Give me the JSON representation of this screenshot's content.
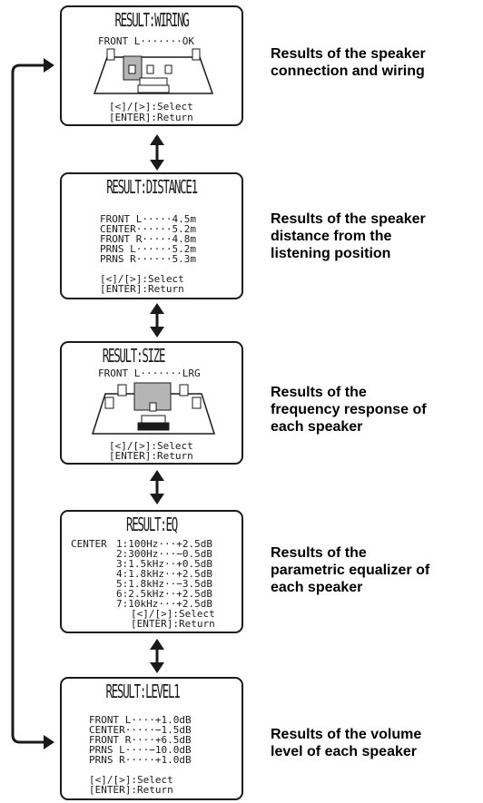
{
  "screens": [
    {
      "title": "RESULT:WIRING",
      "lines": [
        "FRONT L·······OK"
      ],
      "footer": [
        "[<]/[>]:Select",
        "[ENTER]:Return"
      ],
      "caption": [
        "Results of the speaker",
        "connection and wiring"
      ]
    },
    {
      "title": "RESULT:DISTANCE1",
      "lines": [
        "FRONT L·····4.5m",
        "CENTER······5.2m",
        "FRONT R·····4.8m",
        "PRNS L······5.2m",
        "PRNS R······5.3m"
      ],
      "footer": [
        "[<]/[>]:Select",
        "[ENTER]:Return"
      ],
      "caption": [
        "Results of the speaker",
        "distance from the",
        "listening position"
      ]
    },
    {
      "title": "RESULT:SIZE",
      "lines": [
        "FRONT L·······LRG"
      ],
      "footer": [
        "[<]/[>]:Select",
        "[ENTER]:Return"
      ],
      "caption": [
        "Results of the",
        "frequency response of",
        "each speaker"
      ]
    },
    {
      "title": "RESULT:EQ",
      "prefix": "CENTER",
      "lines": [
        "1:100Hz···+2.5dB",
        "2:300Hz···−0.5dB",
        "3:1.5kHz··+0.5dB",
        "4:1.8kHz··+2.5dB",
        "5:1.8kHz··−3.5dB",
        "6:2.5kHz··+2.5dB",
        "7:10kHz···+2.5dB"
      ],
      "footer": [
        "[<]/[>]:Select",
        "[ENTER]:Return"
      ],
      "caption": [
        "Results of the",
        "parametric equalizer of",
        "each speaker"
      ]
    },
    {
      "title": "RESULT:LEVEL1",
      "lines": [
        "FRONT L····+1.0dB",
        "CENTER·····−1.5dB",
        "FRONT R····+6.5dB",
        "PRNS L····−10.0dB",
        "PRNS R·····+1.0dB"
      ],
      "footer": [
        "[<]/[>]:Select",
        "[ENTER]:Return"
      ],
      "caption": [
        "Results of the volume",
        "level of each speaker"
      ]
    }
  ],
  "colors": {
    "ink": "#1a1a1a",
    "highlight": "#b5b5b5"
  }
}
